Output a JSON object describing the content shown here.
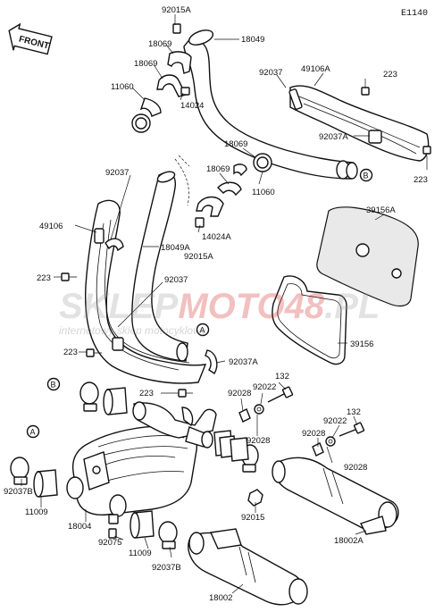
{
  "diagram": {
    "code": "E1140",
    "front_label": "FRONT",
    "callouts": {
      "a": "A",
      "b": "B"
    },
    "parts": {
      "p92015A_top": "92015A",
      "p18069_top": "18069",
      "p18069_top2": "18069",
      "p11060_top": "11060",
      "p14024_top": "14024",
      "p18049": "18049",
      "p92037_top": "92037",
      "p49106A": "49106A",
      "p223_tr": "223",
      "p92037A_tr": "92037A",
      "p223_tr2": "223",
      "p18069_mid": "18069",
      "p18069_mid2": "18069",
      "p11060_mid": "11060",
      "p92037_left": "92037",
      "p49106": "49106",
      "p18049A": "18049A",
      "p14024A": "14024A",
      "p92015A_mid": "92015A",
      "p39156A": "39156A",
      "p223_left": "223",
      "p92037_mid": "92037",
      "p39156": "39156",
      "p223_left2": "223",
      "p92037A_mid": "92037A",
      "p223_center": "223",
      "p132_a": "132",
      "p92022_a": "92022",
      "p92028_a1": "92028",
      "p92028_a2": "92028",
      "p92028_b1": "92028",
      "p92022_b": "92022",
      "p132_b": "132",
      "p92028_b2": "92028",
      "p92037B_l": "92037B",
      "p11009_l": "11009",
      "p18004": "18004",
      "p92015": "92015",
      "p18002A": "18002A",
      "p92075": "92075",
      "p11009_b": "11009",
      "p92037B_b": "92037B",
      "p18002": "18002"
    }
  },
  "watermark": {
    "brand_a": "SKLEP",
    "brand_b": "MOTO",
    "brand_c": "48",
    "brand_d": ".PL",
    "tagline": "internetowy sklep motocyklowy",
    "colors": {
      "gray": "#9a9a9a",
      "red": "#d22020"
    }
  }
}
